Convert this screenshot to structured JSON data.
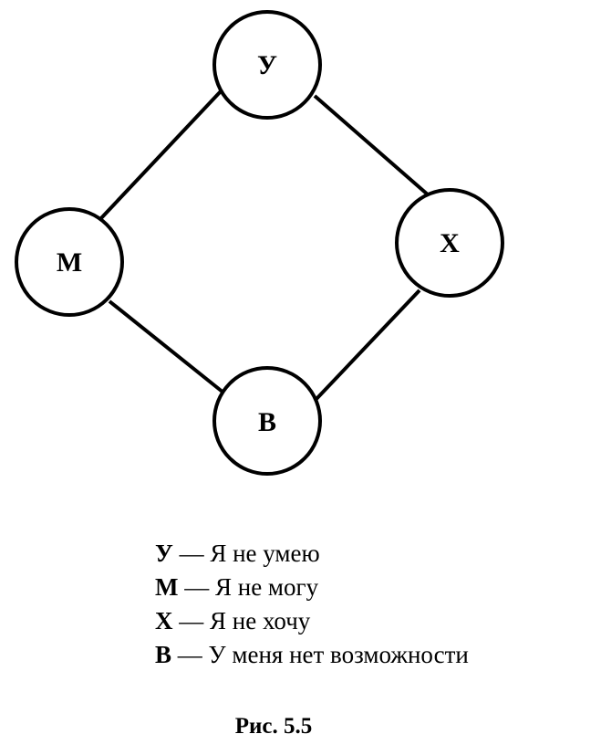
{
  "nodes": [
    {
      "id": "U",
      "label": "У"
    },
    {
      "id": "M",
      "label": "М"
    },
    {
      "id": "X",
      "label": "Х"
    },
    {
      "id": "B",
      "label": "В"
    }
  ],
  "edges": [
    [
      "U",
      "M"
    ],
    [
      "U",
      "X"
    ],
    [
      "M",
      "B"
    ],
    [
      "X",
      "B"
    ]
  ],
  "legend": [
    {
      "key": "У",
      "text": " — Я не умею"
    },
    {
      "key": "М",
      "text": " — Я не могу"
    },
    {
      "key": "Х",
      "text": " — Я не хочу"
    },
    {
      "key": "В",
      "text": " — У меня нет возможности"
    }
  ],
  "caption": "Рис. 5.5"
}
